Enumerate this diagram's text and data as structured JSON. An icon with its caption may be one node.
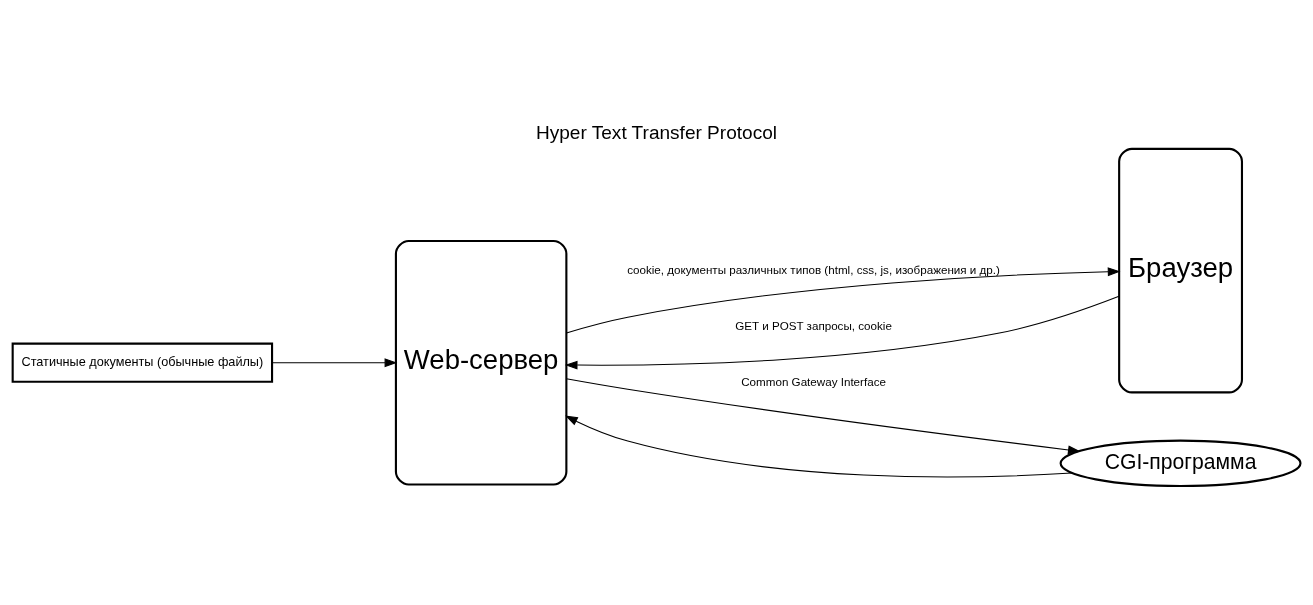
{
  "diagram": {
    "title": "Hyper Text Transfer Protocol",
    "nodes": [
      {
        "text": [
          "Статичные документы (обычные файлы)"
        ]
      },
      {
        "text": [
          "Web-сервер"
        ]
      },
      {
        "text": [
          "Браузер"
        ]
      },
      {
        "text": [
          "CGI-программа"
        ]
      }
    ],
    "edges": [
      {
        "from": 0,
        "to": 1,
        "arrow": "to"
      },
      {
        "from": 2,
        "to": 1,
        "arrow": "to",
        "label": "GET и POST запросы, cookie"
      },
      {
        "from": 1,
        "to": 2,
        "arrow": "to",
        "label": "cookie, документы различных типов (html, css, js, изображения и др.)"
      },
      {
        "from": 1,
        "to": 3,
        "arrow": "to",
        "label": "Common Gateway Interface"
      },
      {
        "from": 3,
        "to": 1,
        "arrow": "to"
      }
    ]
  }
}
